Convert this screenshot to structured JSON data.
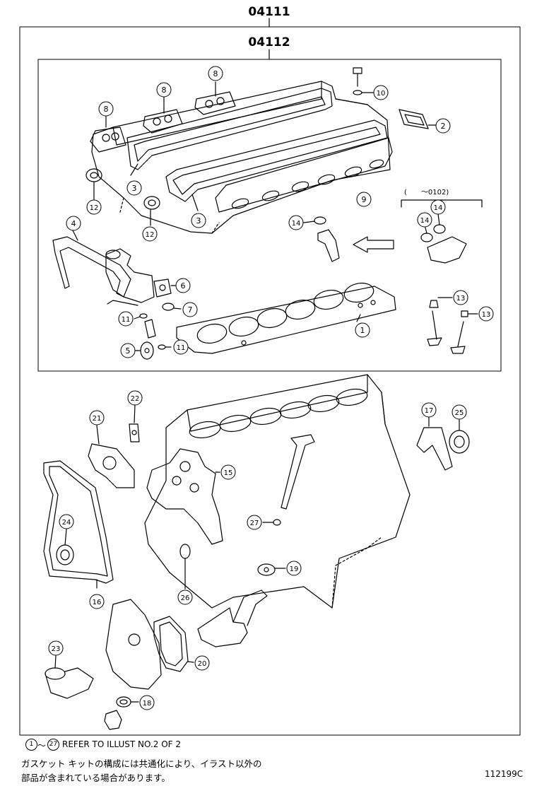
{
  "diagram": {
    "kit_outer_code": "04111",
    "kit_inner_code": "04112",
    "callouts": [
      {
        "id": "1",
        "label": "1"
      },
      {
        "id": "2",
        "label": "2"
      },
      {
        "id": "3a",
        "label": "3"
      },
      {
        "id": "3b",
        "label": "3"
      },
      {
        "id": "4",
        "label": "4"
      },
      {
        "id": "5",
        "label": "5"
      },
      {
        "id": "6",
        "label": "6"
      },
      {
        "id": "7",
        "label": "7"
      },
      {
        "id": "8a",
        "label": "8"
      },
      {
        "id": "8b",
        "label": "8"
      },
      {
        "id": "8c",
        "label": "8"
      },
      {
        "id": "9",
        "label": "9"
      },
      {
        "id": "10",
        "label": "10"
      },
      {
        "id": "11a",
        "label": "11"
      },
      {
        "id": "11b",
        "label": "11"
      },
      {
        "id": "12a",
        "label": "12"
      },
      {
        "id": "12b",
        "label": "12"
      },
      {
        "id": "13a",
        "label": "13"
      },
      {
        "id": "13b",
        "label": "13"
      },
      {
        "id": "14a",
        "label": "14"
      },
      {
        "id": "14b",
        "label": "14"
      },
      {
        "id": "14c",
        "label": "14"
      },
      {
        "id": "15",
        "label": "15"
      },
      {
        "id": "16",
        "label": "16"
      },
      {
        "id": "17",
        "label": "17"
      },
      {
        "id": "18",
        "label": "18"
      },
      {
        "id": "19",
        "label": "19"
      },
      {
        "id": "20",
        "label": "20"
      },
      {
        "id": "21",
        "label": "21"
      },
      {
        "id": "22",
        "label": "22"
      },
      {
        "id": "23",
        "label": "23"
      },
      {
        "id": "24",
        "label": "24"
      },
      {
        "id": "25",
        "label": "25"
      },
      {
        "id": "26",
        "label": "26"
      },
      {
        "id": "27",
        "label": "27"
      }
    ],
    "date_range_label": "(　　～0102)",
    "footnote": {
      "range_start": "1",
      "tilde": "～",
      "range_end": "27",
      "refer_text": "REFER TO ILLUST NO.2 OF 2",
      "jp_line1": "ガスケット キットの構成には共通化により、イラスト以外の",
      "jp_line2": "部品が含まれている場合があります。"
    },
    "figure_code": "112199C"
  }
}
